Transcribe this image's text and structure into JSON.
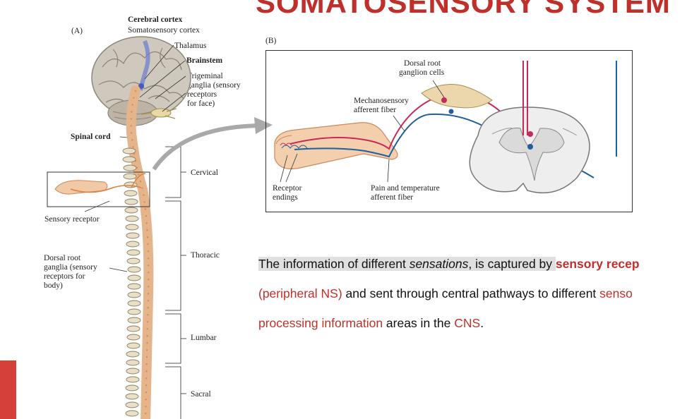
{
  "title": "SOMATOSENSORY SYSTEM",
  "colors": {
    "title": "#c0302b",
    "accent": "#d6403a",
    "mechano_fiber": "#c8285a",
    "pain_fiber": "#1f5fa0",
    "spine": "#e6b48a"
  },
  "panel_a": {
    "label": "(A)",
    "cerebral_cortex": "Cerebral cortex",
    "somatosensory_cortex": "Somatosensory cortex",
    "thalamus": "Thalamus",
    "brainstem": "Brainstem",
    "trigeminal": [
      "Trigeminal",
      "ganglia (sensory",
      "receptors",
      "for face)"
    ],
    "spinal_cord": "Spinal cord",
    "sensory_receptor": "Sensory receptor",
    "dorsal_root": [
      "Dorsal root",
      "ganglia (sensory",
      "receptors for",
      "body)"
    ],
    "regions": {
      "cervical": "Cervical",
      "thoracic": "Thoracic",
      "lumbar": "Lumbar",
      "sacral": "Sacral"
    }
  },
  "panel_b": {
    "label": "(B)",
    "drg_cells": [
      "Dorsal root",
      "ganglion cells"
    ],
    "mechano": [
      "Mechanosensory",
      "afferent fiber"
    ],
    "receptor_endings": [
      "Receptor",
      "endings"
    ],
    "pain_temp": [
      "Pain and temperature",
      "afferent fiber"
    ]
  },
  "paragraph": {
    "l1_a": "The information of different ",
    "l1_b": "sensations",
    "l1_c": ", is captured by ",
    "l1_d": "sensory recep",
    "l2_a": "(peripheral NS)",
    "l2_b": " and sent through central pathways to different ",
    "l2_c": "senso",
    "l3_a": "processing information",
    "l3_b": " areas in the ",
    "l3_c": "CNS",
    "l3_d": "."
  }
}
